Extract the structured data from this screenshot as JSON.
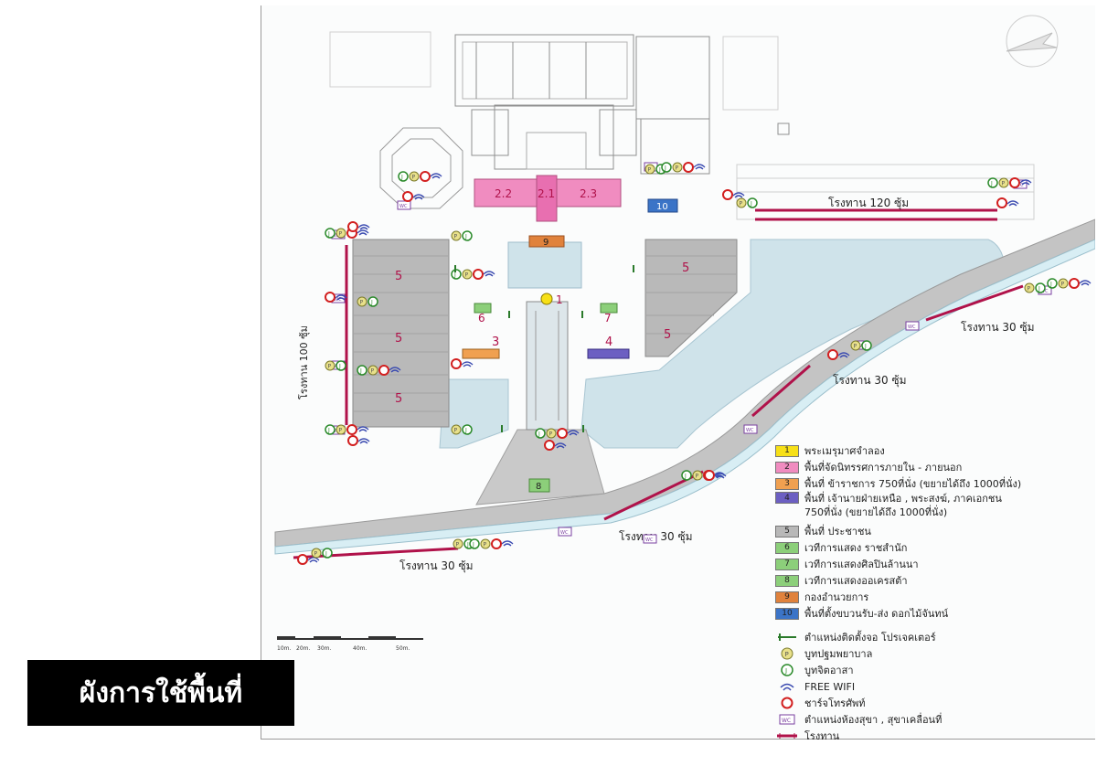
{
  "title": "ผังการใช้พื้นที่",
  "colors": {
    "water": "#cfe3ea",
    "road": "#bdbdbd",
    "parking": "#b9b9b9",
    "pavilion": "#b0124a",
    "exhibit": "#f08cc0",
    "throne": "#f7e017",
    "officials": "#f0a050",
    "royals": "#6c5fc2",
    "public": "#b8b8b8",
    "stage": "#8ccf7a",
    "command": "#e0823c",
    "flowers": "#3b74c7"
  },
  "map": {
    "zone_labels": {
      "z1": "1",
      "z2_1": "2.1",
      "z2_2": "2.2",
      "z2_3": "2.3",
      "z3": "3",
      "z4": "4",
      "z5a": "5",
      "z5b": "5",
      "z5c": "5",
      "z5d": "5",
      "z5e": "5",
      "z6": "6",
      "z7": "7",
      "z8": "8",
      "z9": "9",
      "z10": "10"
    },
    "pavilions": {
      "p120": "โรงทาน 120 ซุ้ม",
      "p100": "โรงทาน 100 ซุ้ม",
      "p30a": "โรงทาน 30 ซุ้ม",
      "p30b": "โรงทาน 30 ซุ้ม",
      "p30c": "โรงทาน 30 ซุ้ม",
      "p30d": "โรงทาน 30 ซุ้ม"
    },
    "scale_labels": [
      "10m.",
      "20m.",
      "30m.",
      "40m.",
      "50m."
    ],
    "markers": {
      "wc": "WC",
      "aid": "P",
      "volunteer": "J"
    }
  },
  "legend": [
    {
      "key": "1",
      "color": "#f7e017",
      "text": "พระเมรุมาศจำลอง"
    },
    {
      "key": "2",
      "color": "#f08cc0",
      "text": "พื้นที่จัดนิทรรศการภายใน - ภายนอก"
    },
    {
      "key": "3",
      "color": "#f0a050",
      "text": "พื้นที่ ข้าราชการ 750ที่นั่ง (ขยายได้ถึง 1000ที่นั่ง)"
    },
    {
      "key": "4",
      "color": "#6c5fc2",
      "text": "พื้นที่ เจ้านายฝ่ายเหนือ , พระสงฆ์, ภาคเอกชน\n750ที่นั่ง  (ขยายได้ถึง 1000ที่นั่ง)"
    },
    {
      "key": "5",
      "color": "#b8b8b8",
      "text": "พื้นที่ ประชาชน"
    },
    {
      "key": "6",
      "color": "#8ccf7a",
      "text": "เวทีการแสดง ราชสำนัก"
    },
    {
      "key": "7",
      "color": "#8ccf7a",
      "text": "เวทีการแสดงศิลปินล้านนา"
    },
    {
      "key": "8",
      "color": "#8ccf7a",
      "text": "เวทีการแสดงออเครสต้า"
    },
    {
      "key": "9",
      "color": "#e0823c",
      "text": "กองอำนวยการ"
    },
    {
      "key": "10",
      "color": "#3b74c7",
      "text": "พื้นที่ตั้งขบวนรับ-ส่ง ดอกไม้จันทน์"
    }
  ],
  "legend_icons": [
    {
      "icon": "projector-icon",
      "text": "ตำแหน่งติดตั้งจอ โปรเจคเตอร์"
    },
    {
      "icon": "first-aid-icon",
      "text": "บูทปฐมพยาบาล"
    },
    {
      "icon": "volunteer-icon",
      "text": "บูทจิตอาสา"
    },
    {
      "icon": "wifi-icon",
      "text": "FREE  WIFI"
    },
    {
      "icon": "phone-charge-icon",
      "text": "ชาร์จโทรศัพท์"
    },
    {
      "icon": "toilet-icon",
      "text": "ตำแหน่งห้องสุขา , สุขาเคลื่อนที่"
    },
    {
      "icon": "pavilion-line-icon",
      "text": "โรงทาน"
    }
  ]
}
